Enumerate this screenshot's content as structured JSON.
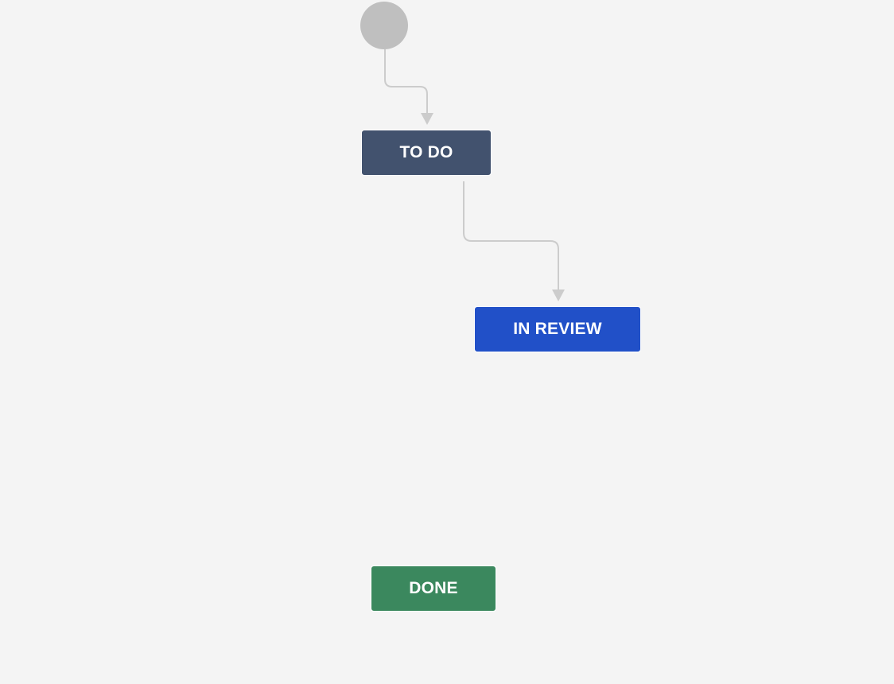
{
  "workflow": {
    "statuses": [
      {
        "id": "todo",
        "label": "TO DO",
        "color": "#42526e",
        "text_color": "#ffffff"
      },
      {
        "id": "in-review",
        "label": "IN REVIEW",
        "color": "#2150c8",
        "text_color": "#ffffff"
      },
      {
        "id": "done",
        "label": "DONE",
        "color": "#3b885e",
        "text_color": "#ffffff"
      }
    ],
    "transitions": [
      {
        "from": "start",
        "to": "todo"
      },
      {
        "from": "todo",
        "to": "in-review"
      }
    ]
  },
  "colors": {
    "background": "#f4f4f4",
    "start_node": "#bfbfbf",
    "connector": "#cccccc"
  }
}
